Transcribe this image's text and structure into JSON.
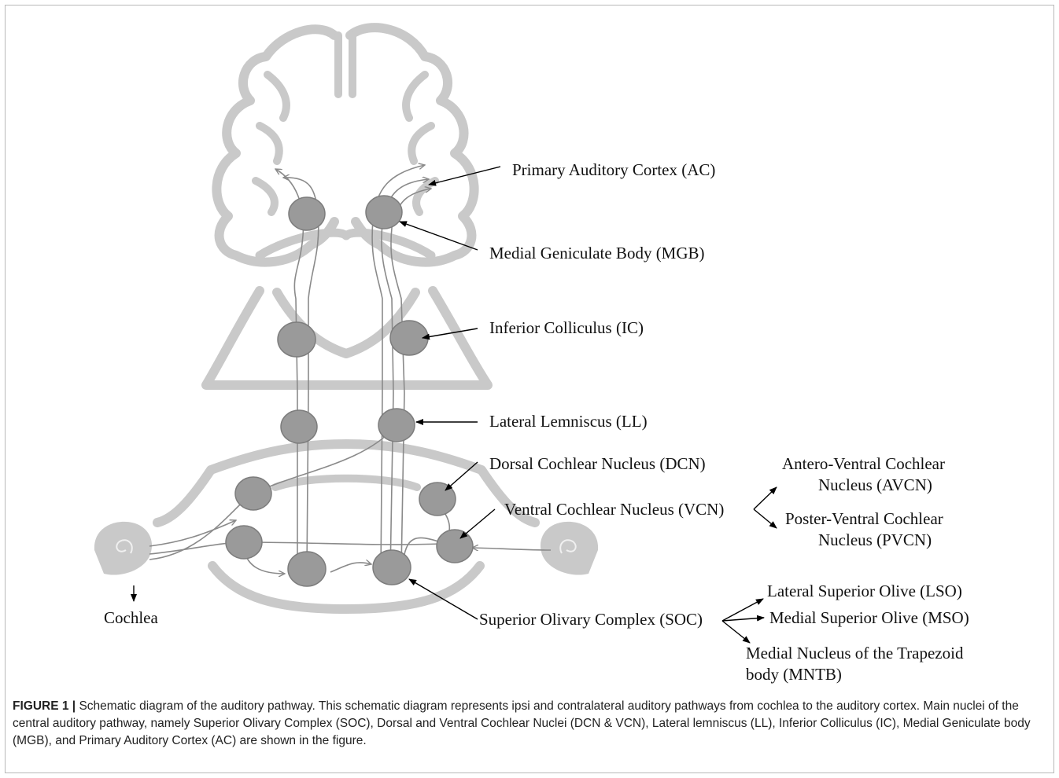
{
  "labels": {
    "ac": "Primary Auditory Cortex (AC)",
    "mgb": "Medial Geniculate Body (MGB)",
    "ic": "Inferior Colliculus (IC)",
    "ll": "Lateral Lemniscus (LL)",
    "dcn": "Dorsal Cochlear Nucleus (DCN)",
    "vcn": "Ventral Cochlear Nucleus (VCN)",
    "avcn_line1": "Antero-Ventral Cochlear",
    "avcn_line2": "Nucleus (AVCN)",
    "pvcn_line1": "Poster-Ventral Cochlear",
    "pvcn_line2": "Nucleus (PVCN)",
    "soc": "Superior Olivary Complex (SOC)",
    "lso": "Lateral Superior Olive (LSO)",
    "mso": "Medial Superior Olive (MSO)",
    "mntb_line1": "Medial Nucleus of the Trapezoid",
    "mntb_line2": "body (MNTB)",
    "cochlea": "Cochlea"
  },
  "caption": {
    "prefix": "FIGURE 1 |",
    "text": " Schematic diagram of the auditory pathway. This schematic diagram represents ipsi and contralateral auditory pathways from cochlea to the auditory cortex. Main nuclei of the central auditory pathway, namely Superior Olivary Complex (SOC), Dorsal and Ventral Cochlear Nuclei (DCN & VCN), Lateral lemniscus (LL), Inferior Colliculus (IC), Medial Geniculate body (MGB), and Primary Auditory Cortex (AC) are shown in the figure."
  },
  "colors": {
    "background_shapes": "#c9c9c9",
    "nuclei": "#9a9a9a",
    "fibers": "#8a8a8a",
    "pointers": "#000000"
  }
}
